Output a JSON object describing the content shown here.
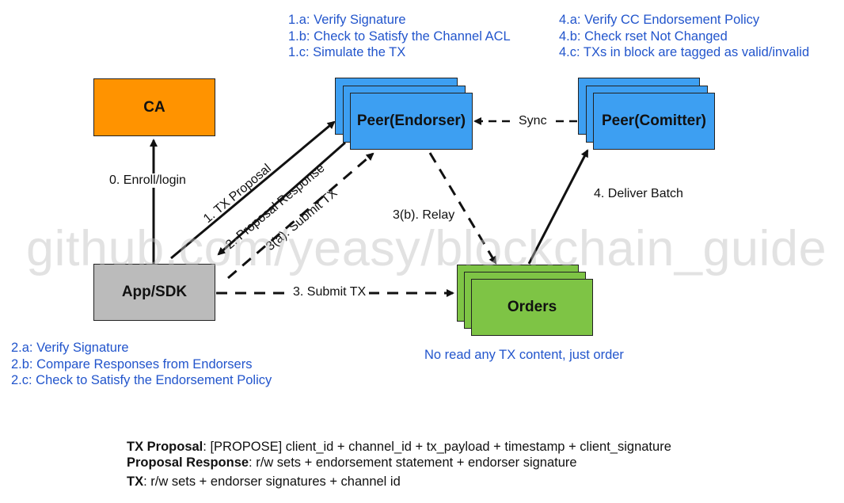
{
  "nodes": {
    "ca": {
      "label": "CA",
      "color": "#ff9300"
    },
    "app": {
      "label": "App/SDK",
      "color": "#bbbbbb"
    },
    "endorser": {
      "label": "Peer(Endorser)",
      "color": "#3d9ff2"
    },
    "comitter": {
      "label": "Peer(Comitter)",
      "color": "#3d9ff2"
    },
    "orders": {
      "label": "Orders",
      "color": "#7ec445"
    }
  },
  "edges": {
    "enroll": "0. Enroll/login",
    "tx_proposal": "1. TX Proposal",
    "proposal_response": "2. Proposal Response",
    "submit_3a": "3(a). Submit TX",
    "submit_3": "3. Submit TX",
    "relay": "3(b). Relay",
    "sync": "Sync",
    "deliver": "4. Deliver Batch"
  },
  "notes": {
    "endorser": [
      "1.a: Verify Signature",
      "1.b: Check to Satisfy the Channel ACL",
      "1.c: Simulate the TX"
    ],
    "comitter": [
      "4.a: Verify CC Endorsement Policy",
      "4.b: Check rset Not Changed",
      "4.c: TXs in block are tagged as valid/invalid"
    ],
    "app": [
      "2.a: Verify Signature",
      "2.b: Compare Responses from Endorsers",
      "2.c: Check to Satisfy the Endorsement Policy"
    ],
    "orders": "No read any TX content, just order"
  },
  "footer": {
    "tx_proposal_term": "TX Proposal",
    "tx_proposal_def": ": [PROPOSE] client_id + channel_id + tx_payload + timestamp + client_signature",
    "proposal_response_term": "Proposal Response",
    "proposal_response_def": ": r/w sets + endorsement statement + endorser signature",
    "tx_term": "TX",
    "tx_def": ": r/w sets + endorser signatures + channel id"
  },
  "watermark": "github.com/yeasy/blockchain_guide",
  "colors": {
    "note_text": "#2255cc",
    "line": "#111111"
  }
}
